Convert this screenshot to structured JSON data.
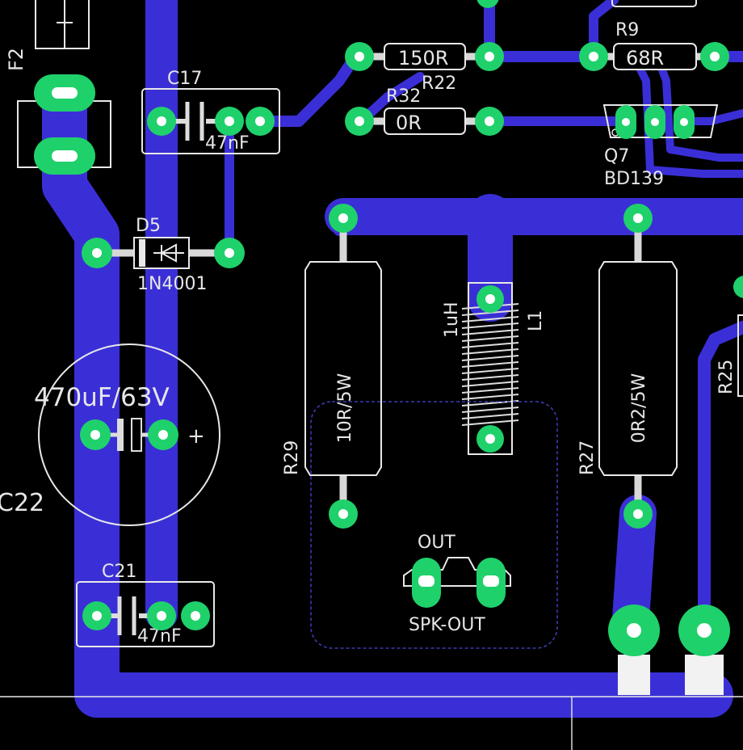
{
  "labels": {
    "f2": "F2",
    "c17": "C17",
    "c17_value": "47nF",
    "r22_value": "150R",
    "r22": "R22",
    "r32": "R32",
    "r32_value": "0R",
    "r9": "R9",
    "r9_value": "68R",
    "q7": "Q7",
    "q7_value": "BD139",
    "d5": "D5",
    "d5_value": "1N4001",
    "c22_value": "470uF/63V",
    "c22": "C22",
    "r29": "R29",
    "r29_value": "10R/5W",
    "l1": "L1",
    "l1_value": "1uH",
    "r27": "R27",
    "r27_value": "0R2/5W",
    "r25": "R25",
    "out": "OUT",
    "spk_out": "SPK-OUT",
    "c21": "C21",
    "c21_value": "47nF",
    "plus": "+"
  },
  "colors": {
    "background": "#000000",
    "copper_trace": "#3a2fd6",
    "pad": "#1fd16b",
    "silkscreen": "#e8e8e8"
  }
}
